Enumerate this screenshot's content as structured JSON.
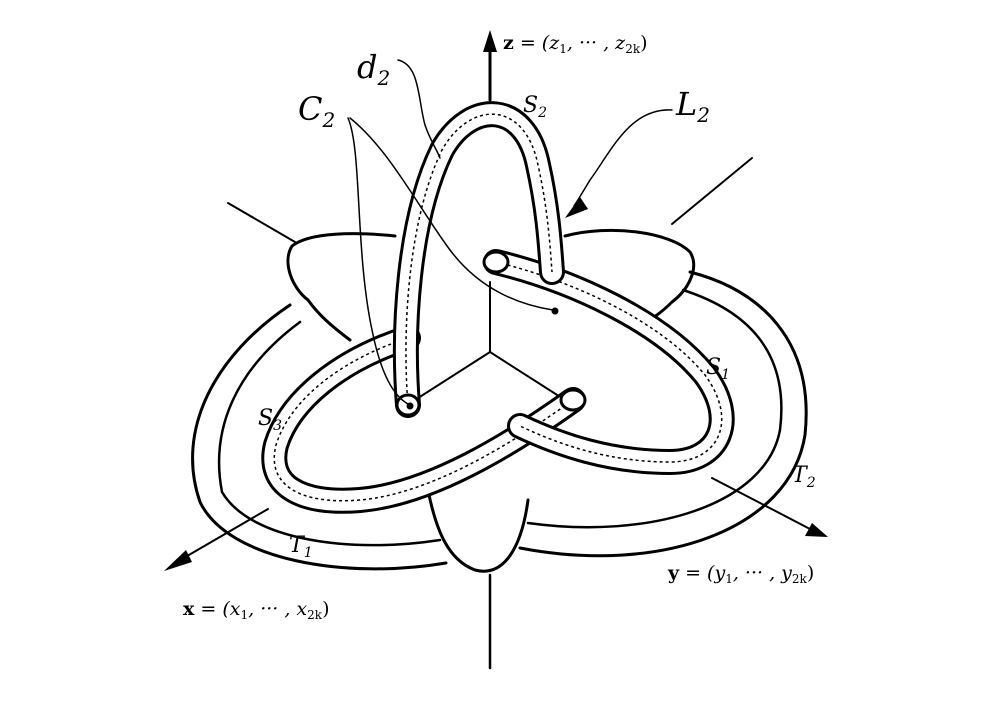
{
  "axes": {
    "z": {
      "bold": "z",
      "rest": " = (z",
      "sub1": "1",
      "mid": ", ··· , z",
      "sub2": "2k",
      "close": ")"
    },
    "y": {
      "bold": "y",
      "rest": " = (y",
      "sub1": "1",
      "mid": ", ··· , y",
      "sub2": "2k",
      "close": ")"
    },
    "x": {
      "bold": "x",
      "rest": " = (x",
      "sub1": "1",
      "mid": ", ··· , x",
      "sub2": "2k",
      "close": ")"
    }
  },
  "labels": {
    "d2": {
      "main": "d",
      "sub": "2"
    },
    "C2": {
      "main": "C",
      "sub": "2"
    },
    "L2": {
      "main": "L",
      "sub": "2"
    },
    "S1": {
      "main": "S",
      "sub": "1"
    },
    "S2": {
      "main": "S",
      "sub": "2"
    },
    "S3": {
      "main": "S",
      "sub": "3"
    },
    "T1": {
      "main": "T",
      "sub": "1"
    },
    "T2": {
      "main": "T",
      "sub": "2"
    }
  }
}
